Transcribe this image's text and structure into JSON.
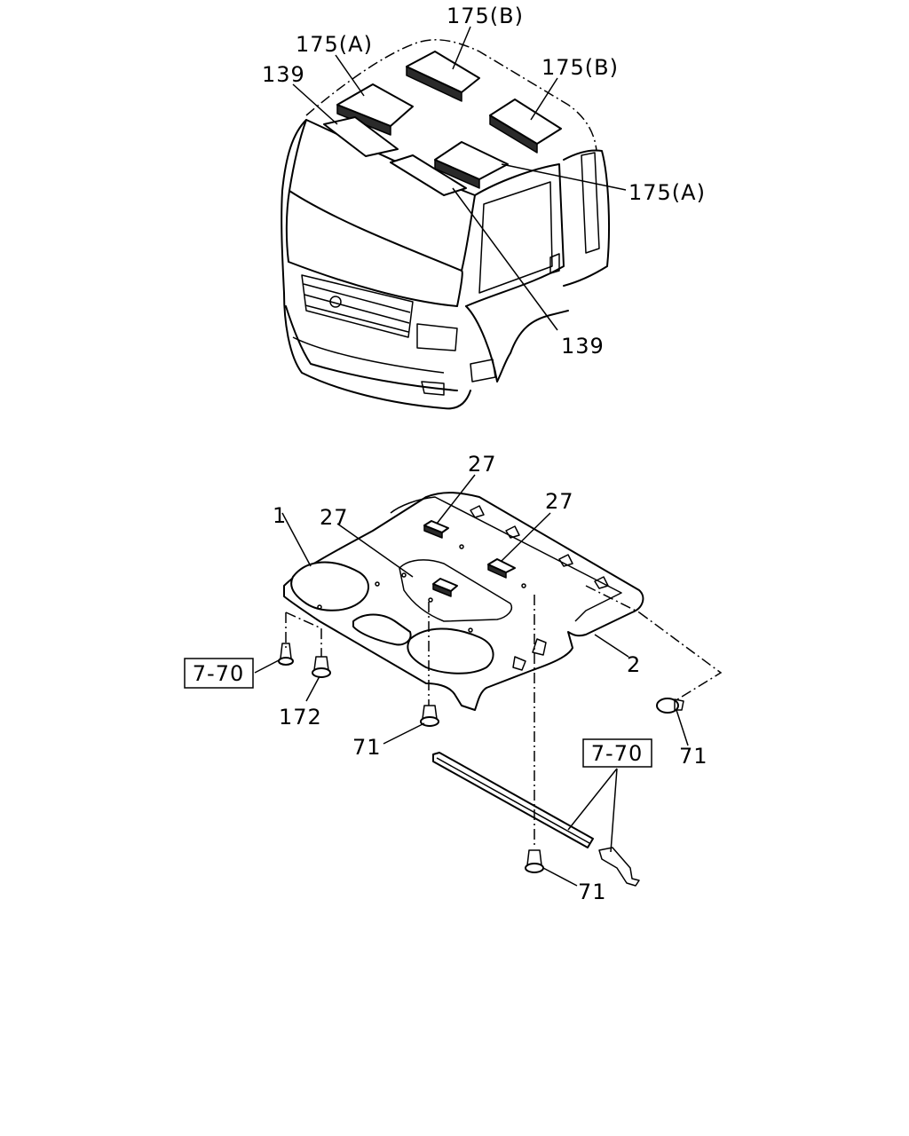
{
  "callouts": {
    "cab_top_left_b": "175(B)",
    "cab_top_left_a": "175(A)",
    "cab_strip_left": "139",
    "cab_top_right_b": "175(B)",
    "cab_right_a": "175(A)",
    "cab_strip_right": "139",
    "lining_27_top": "27",
    "lining_27_left": "27",
    "lining_27_right": "27",
    "lining_1": "1",
    "lining_2": "2",
    "clip_172": "172",
    "clip_71_center": "71",
    "clip_71_right": "71",
    "clip_71_bottom": "71"
  },
  "references": {
    "left": "7-70",
    "right": "7-70"
  }
}
